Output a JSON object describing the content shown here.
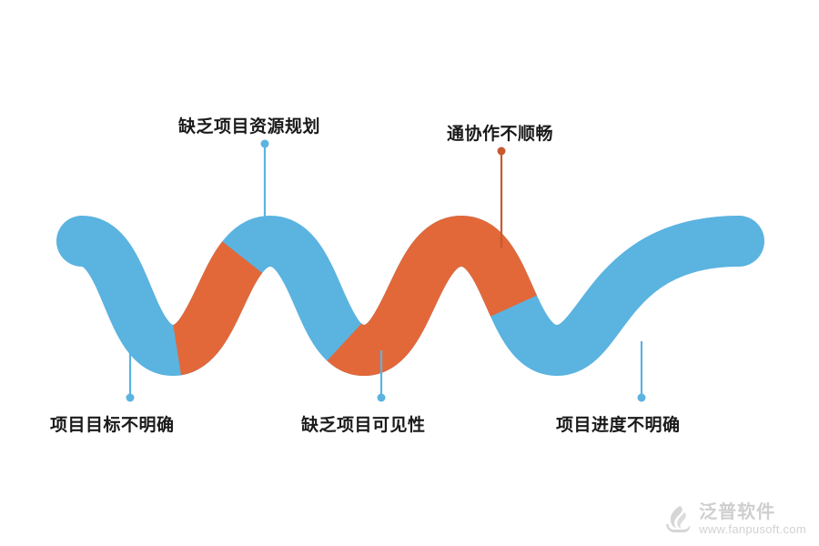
{
  "diagram": {
    "type": "wave-infographic",
    "colors": {
      "blue": "#5BB3E0",
      "orange": "#E2683A",
      "connector_blue": "#5BB3E0",
      "connector_orange": "#C65A2E",
      "text": "#1a1a1a",
      "background": "#ffffff",
      "watermark": "#cfcfcf"
    },
    "labels": {
      "top": [
        {
          "text": "缺乏项目资源规划",
          "connector": "blue"
        },
        {
          "text": "通协作不顺畅",
          "connector": "orange"
        }
      ],
      "bottom": [
        {
          "text": "项目目标不明确",
          "connector": "blue"
        },
        {
          "text": "缺乏项目可见性",
          "connector": "blue"
        },
        {
          "text": "项目进度不明确",
          "connector": "blue"
        }
      ]
    }
  },
  "watermark": {
    "name": "泛普软件",
    "url": "www.fanpusoft.com",
    "icon": "flame-logo-icon"
  }
}
